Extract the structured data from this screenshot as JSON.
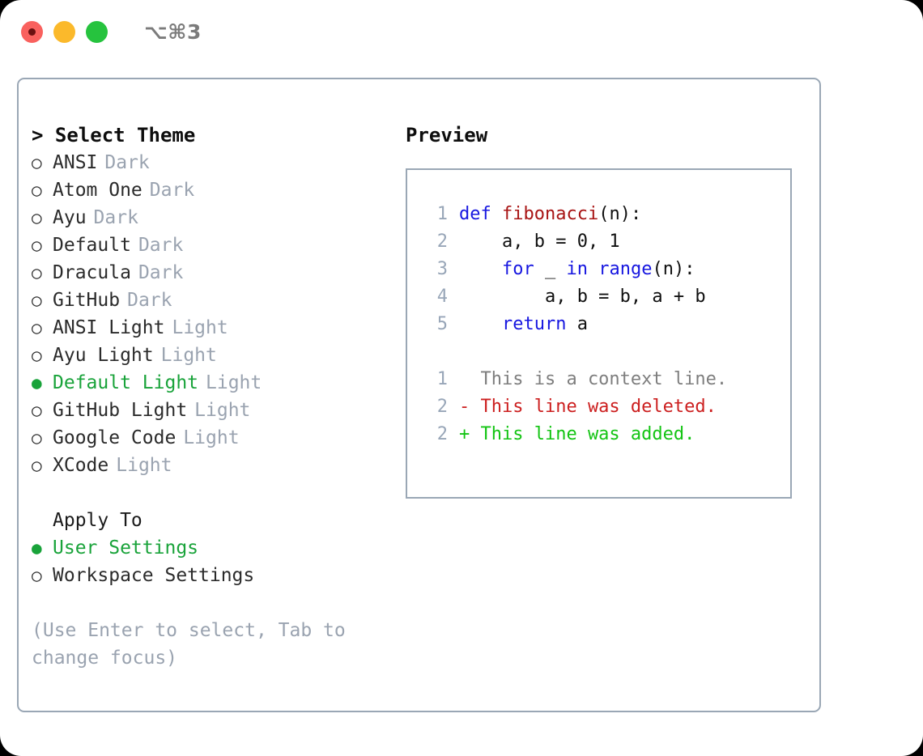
{
  "window": {
    "shortcut": "⌥⌘3",
    "traffic_lights": [
      {
        "name": "close",
        "color": "#f9615e"
      },
      {
        "name": "minimize",
        "color": "#fbb92b"
      },
      {
        "name": "zoom",
        "color": "#26c33e"
      }
    ]
  },
  "theme_picker": {
    "header": "> Select Theme",
    "options": [
      {
        "marker": "○",
        "label": "ANSI",
        "suffix": "Dark",
        "selected": false
      },
      {
        "marker": "○",
        "label": "Atom One",
        "suffix": "Dark",
        "selected": false
      },
      {
        "marker": "○",
        "label": "Ayu",
        "suffix": "Dark",
        "selected": false
      },
      {
        "marker": "○",
        "label": "Default",
        "suffix": "Dark",
        "selected": false
      },
      {
        "marker": "○",
        "label": "Dracula",
        "suffix": "Dark",
        "selected": false
      },
      {
        "marker": "○",
        "label": "GitHub",
        "suffix": "Dark",
        "selected": false
      },
      {
        "marker": "○",
        "label": "ANSI Light",
        "suffix": "Light",
        "selected": false
      },
      {
        "marker": "○",
        "label": "Ayu Light",
        "suffix": "Light",
        "selected": false
      },
      {
        "marker": "●",
        "label": "Default Light",
        "suffix": "Light",
        "selected": true
      },
      {
        "marker": "○",
        "label": "GitHub Light",
        "suffix": "Light",
        "selected": false
      },
      {
        "marker": "○",
        "label": "Google Code",
        "suffix": "Light",
        "selected": false
      },
      {
        "marker": "○",
        "label": "XCode",
        "suffix": "Light",
        "selected": false
      }
    ]
  },
  "apply_to": {
    "header": "Apply To",
    "options": [
      {
        "marker": "●",
        "label": "User Settings",
        "selected": true
      },
      {
        "marker": "○",
        "label": "Workspace Settings",
        "selected": false
      }
    ]
  },
  "hint": "(Use Enter to select, Tab to change focus)",
  "preview": {
    "title": "Preview",
    "code_lines": [
      {
        "no": "1",
        "tokens": [
          {
            "t": "def ",
            "c": "kw"
          },
          {
            "t": "fibonacci",
            "c": "fn"
          },
          {
            "t": "(n):",
            "c": "plain"
          }
        ]
      },
      {
        "no": "2",
        "tokens": [
          {
            "t": "    a, b = 0, 1",
            "c": "plain"
          }
        ]
      },
      {
        "no": "3",
        "tokens": [
          {
            "t": "    ",
            "c": "plain"
          },
          {
            "t": "for",
            "c": "kw"
          },
          {
            "t": " _ ",
            "c": "plain"
          },
          {
            "t": "in",
            "c": "kw"
          },
          {
            "t": " ",
            "c": "plain"
          },
          {
            "t": "range",
            "c": "kw"
          },
          {
            "t": "(n):",
            "c": "plain"
          }
        ]
      },
      {
        "no": "4",
        "tokens": [
          {
            "t": "        a, b = b, a + b",
            "c": "plain"
          }
        ]
      },
      {
        "no": "5",
        "tokens": [
          {
            "t": "    ",
            "c": "plain"
          },
          {
            "t": "return",
            "c": "kw"
          },
          {
            "t": " a",
            "c": "plain"
          }
        ]
      }
    ],
    "diff_lines": [
      {
        "no": "1",
        "text": "  This is a context line.",
        "kind": "ctx"
      },
      {
        "no": "2",
        "text": "- This line was deleted.",
        "kind": "del"
      },
      {
        "no": "2",
        "text": "+ This line was added.",
        "kind": "add"
      }
    ]
  },
  "colors": {
    "accent_green": "#19a33a",
    "diff_add": "#13c413",
    "diff_del": "#cc1f1f",
    "keyword_blue": "#1717e0",
    "function_red": "#a81414",
    "muted": "#9aa3b0",
    "border": "#9aa7b5"
  }
}
